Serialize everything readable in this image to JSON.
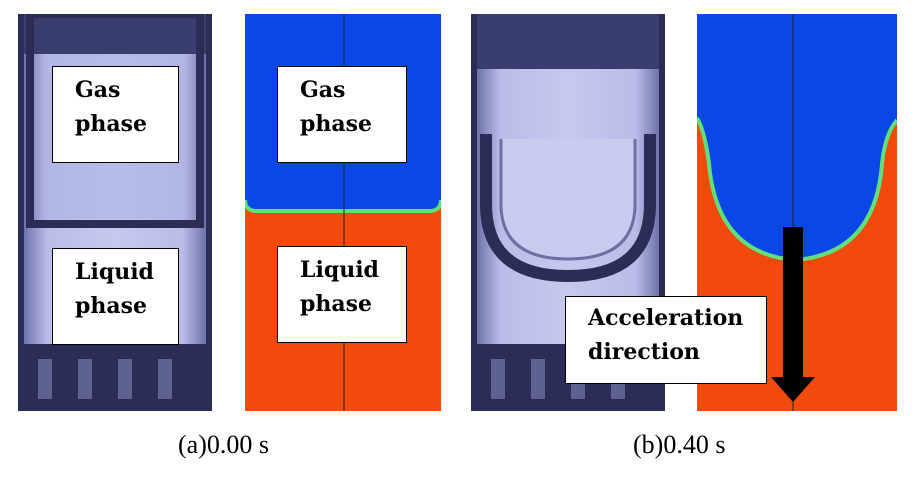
{
  "panels": {
    "a_photo": {
      "gas_label": [
        "Gas",
        "phase"
      ],
      "liquid_label": [
        "Liquid",
        "phase"
      ]
    },
    "a_sim": {
      "gas_label": [
        "Gas",
        "phase"
      ],
      "liquid_label": [
        "Liquid",
        "phase"
      ]
    },
    "b_sim": {
      "accel_label": [
        "Acceleration",
        "direction"
      ]
    }
  },
  "captions": {
    "a": "(a)0.00 s",
    "b": "(b)0.40 s"
  },
  "colors": {
    "gas": "#0a47e6",
    "liquid": "#f24a0a",
    "interface": "#5fe07a",
    "photo_bg": "#b4b8e6"
  }
}
